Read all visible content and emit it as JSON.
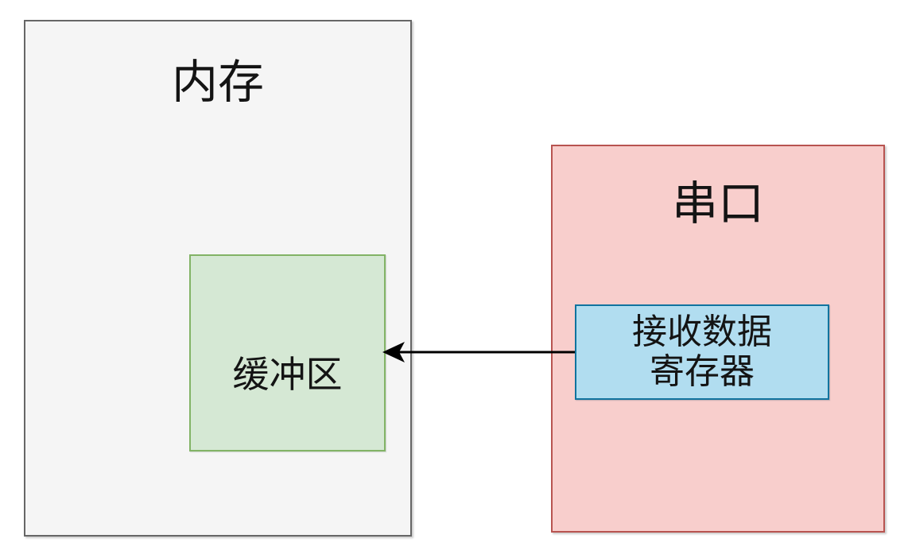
{
  "diagram": {
    "background_color": "#ffffff",
    "nodes": [
      {
        "id": "memory",
        "label": "内存",
        "fill": "#f5f5f5",
        "border": "#666666",
        "role": "container"
      },
      {
        "id": "buffer",
        "label": "缓冲区",
        "fill": "#d5e8d4",
        "border": "#82b366",
        "role": "child-of-memory"
      },
      {
        "id": "serial-port",
        "label": "串口",
        "fill": "#f8cecc",
        "border": "#b85450",
        "role": "container"
      },
      {
        "id": "receive-data-register",
        "label": "接收数据寄存器",
        "lines": [
          "接收数据",
          "寄存器"
        ],
        "fill": "#b1ddf0",
        "border": "#10739e",
        "role": "child-of-serial-port"
      }
    ],
    "edge": {
      "from": "接收数据寄存器",
      "to": "缓冲区",
      "direction": "right-to-left",
      "color": "#000000",
      "head": "solid-barbed-arrowhead"
    }
  }
}
